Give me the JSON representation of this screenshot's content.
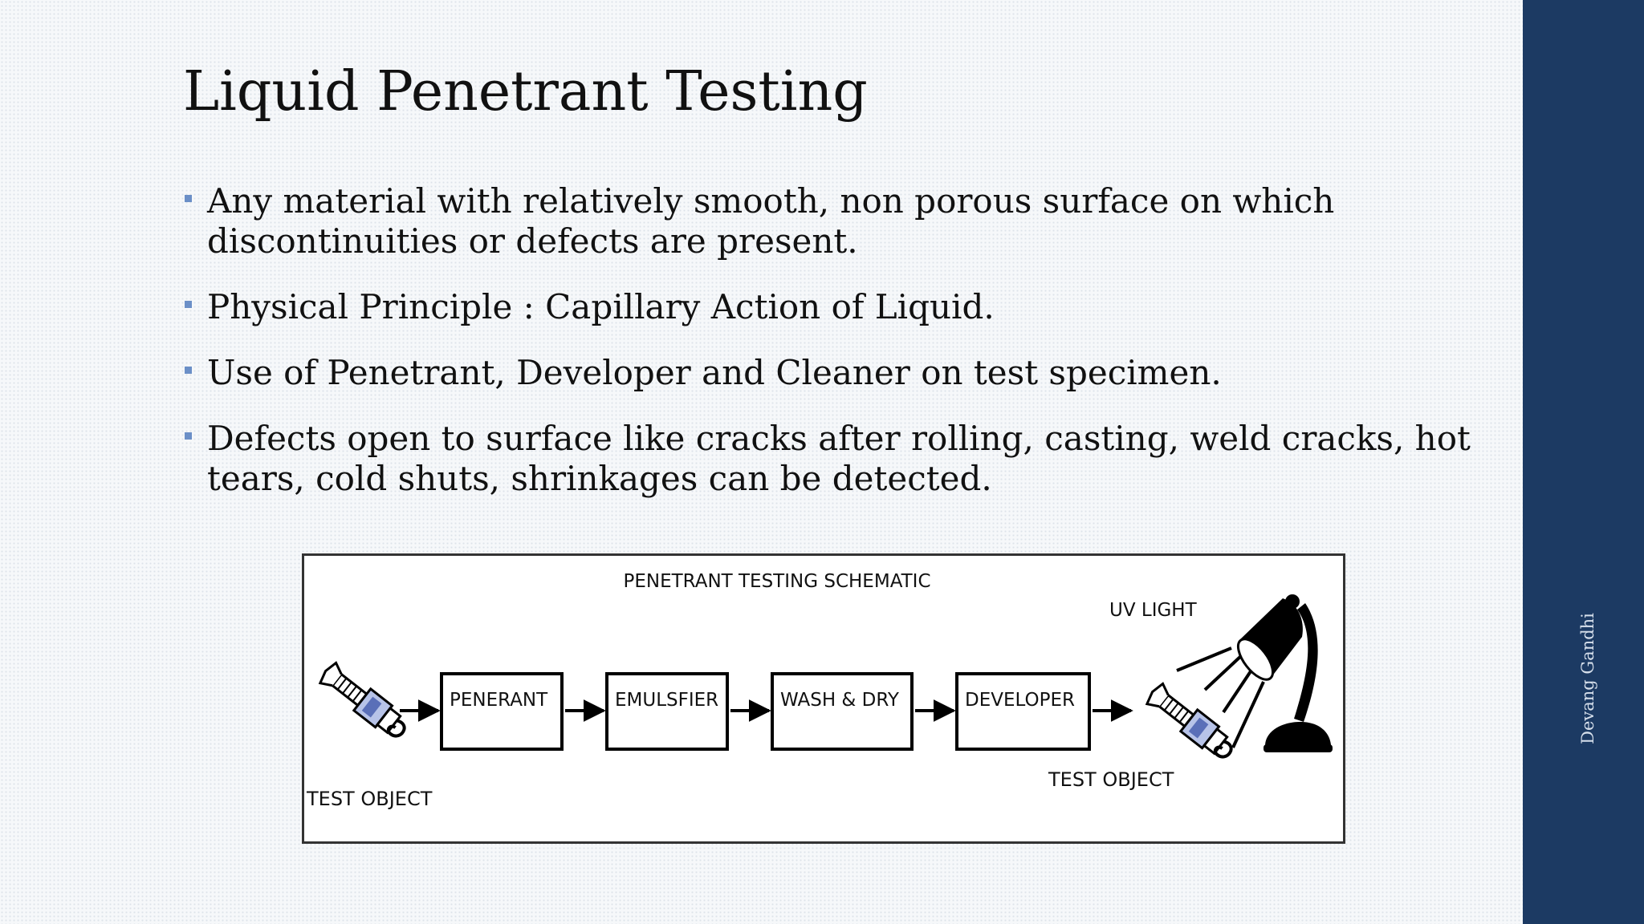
{
  "slide": {
    "title": "Liquid Penetrant Testing",
    "bullets": [
      "Any material with relatively smooth, non porous surface on which discontinuities or defects are present.",
      "Physical Principle : Capillary Action of Liquid.",
      "Use of Penetrant, Developer and Cleaner on test specimen.",
      "Defects open to surface like cracks after rolling, casting, weld cracks, hot tears, cold shuts, shrinkages can be detected."
    ],
    "author": "Devang Gandhi"
  },
  "schematic": {
    "title": "PENETRANT TESTING SCHEMATIC",
    "steps": [
      "PENERANT",
      "EMULSFIER",
      "WASH & DRY",
      "DEVELOPER"
    ],
    "test_object_left": "TEST OBJECT",
    "test_object_right": "TEST OBJECT",
    "uv_light": "UV LIGHT"
  },
  "colors": {
    "sidebar": "#1c3a63",
    "bullet_marker": "#6b8fc7",
    "title_text": "#111111"
  },
  "icons": [
    "bolt-test-object-icon",
    "uv-lamp-icon",
    "arrow-right-icon"
  ]
}
